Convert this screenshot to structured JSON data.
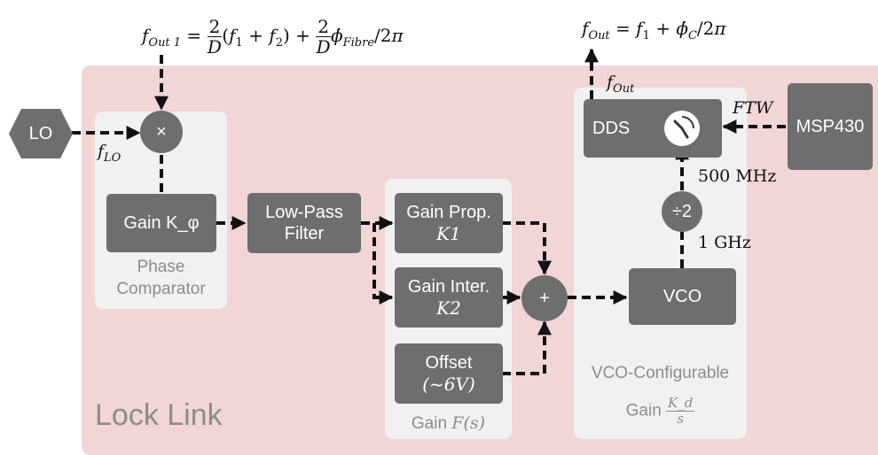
{
  "equations": {
    "f_out1": "f_Out 1 = (2/D)(f1 + f2) + (2/D)·φ̇_Fibre/2π",
    "f_out": "f_Out = f1 + φ̇_C/2π"
  },
  "source": {
    "label": "LO",
    "signal": "f_LO"
  },
  "mixer": {
    "symbol": "×"
  },
  "phase_comparator": {
    "block": "Gain K_φ",
    "caption_line1": "Phase",
    "caption_line2": "Comparator"
  },
  "low_pass_filter": {
    "line1": "Low-Pass",
    "line2": "Filter"
  },
  "gain_fs": {
    "prop_line1": "Gain Prop.",
    "prop_line2": "K1",
    "inter_line1": "Gain Inter.",
    "inter_line2": "K2",
    "offset_line1": "Offset",
    "offset_line2": "(~6V)",
    "caption_text": "Gain",
    "caption_math": "F(s)"
  },
  "summer": {
    "symbol": "+"
  },
  "vco_configurable": {
    "dds": "DDS",
    "divider": "÷2",
    "vco": "VCO",
    "caption": "VCO-Configurable",
    "gain_text": "Gain",
    "gain_num": "K_d",
    "gain_den": "s",
    "freq_top": "500 MHz",
    "freq_bottom": "1 GHz",
    "output_signal": "f_Out"
  },
  "controller": {
    "label": "MSP430",
    "signal": "FTW"
  },
  "lock_link": {
    "label": "Lock Link"
  },
  "colors": {
    "block": "#6e6e6e",
    "background": "#f2d5d7",
    "panel": "#f1f1f1",
    "caption": "#8c8c8c"
  }
}
